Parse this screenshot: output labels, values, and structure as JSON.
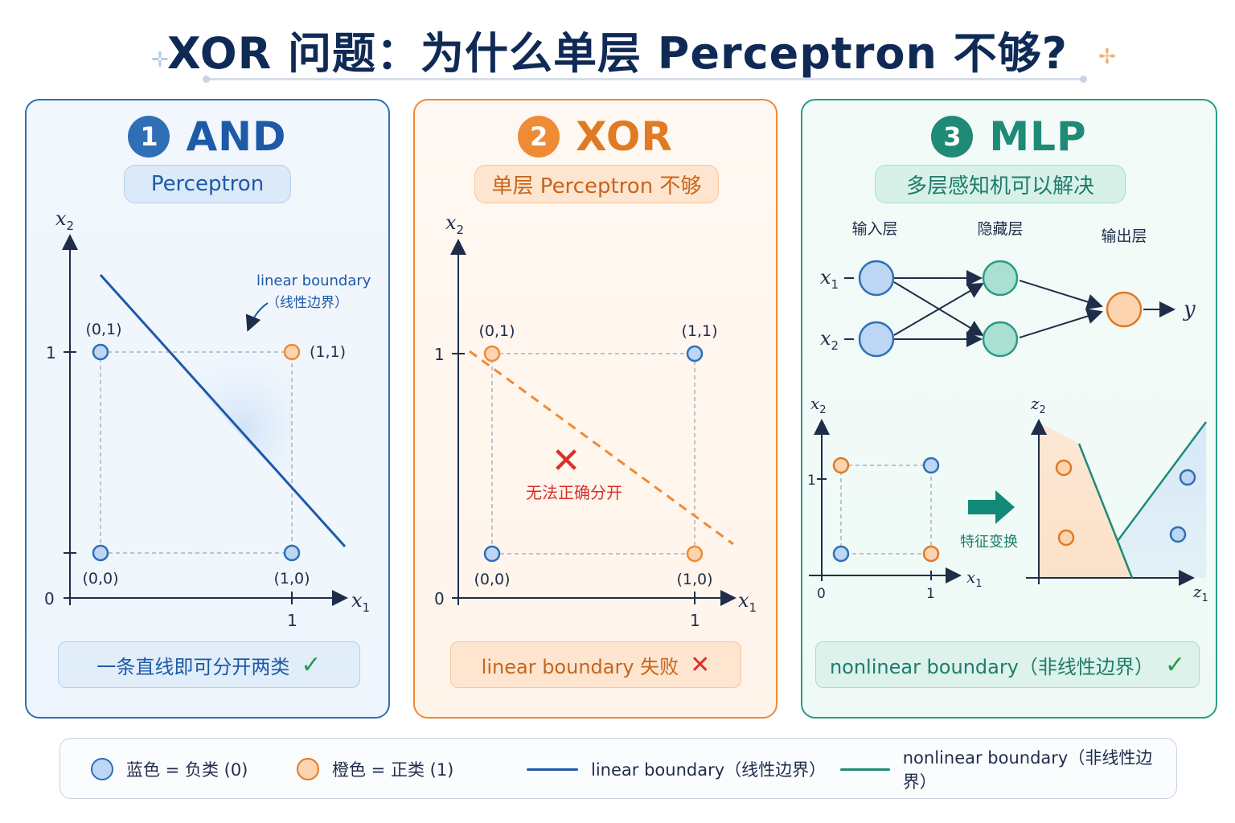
{
  "title": "XOR 问题：为什么单层 Perceptron 不够?",
  "colors": {
    "blue": "#2f6fb5",
    "blue_fill": "#bcd6f4",
    "orange": "#ef8a35",
    "orange_fill": "#fcd4b0",
    "teal": "#2b9a85",
    "teal_fill": "#a9e0d2",
    "red": "#d9302c",
    "navy": "#102a56"
  },
  "panels": {
    "and": {
      "number": "1",
      "title": "AND",
      "subtitle": "Perceptron",
      "footer": "一条直线即可分开两类",
      "footer_mark": "✓",
      "x_label": "x",
      "x_sub": "1",
      "y_label": "x",
      "y_sub": "2",
      "tick_1": "1",
      "tick_0": "0",
      "y_tick_1": "1",
      "annotation_en": "linear boundary",
      "annotation_zh": "（线性边界）",
      "points": [
        {
          "label": "(0,0)",
          "x": 0,
          "y": 0,
          "class": "negative"
        },
        {
          "label": "(0,1)",
          "x": 0,
          "y": 1,
          "class": "negative"
        },
        {
          "label": "(1,0)",
          "x": 1,
          "y": 0,
          "class": "negative"
        },
        {
          "label": "(1,1)",
          "x": 1,
          "y": 1,
          "class": "positive"
        }
      ]
    },
    "xor": {
      "number": "2",
      "title": "XOR",
      "subtitle": "单层 Perceptron 不够",
      "footer": "linear boundary 失败",
      "footer_mark": "✕",
      "x_label": "x",
      "x_sub": "1",
      "y_label": "x",
      "y_sub": "2",
      "tick_1": "1",
      "tick_0": "0",
      "y_tick_1": "1",
      "fail_mark": "✕",
      "fail_text": "无法正确分开",
      "points": [
        {
          "label": "(0,0)",
          "x": 0,
          "y": 0,
          "class": "negative"
        },
        {
          "label": "(0,1)",
          "x": 0,
          "y": 1,
          "class": "positive"
        },
        {
          "label": "(1,0)",
          "x": 1,
          "y": 0,
          "class": "positive"
        },
        {
          "label": "(1,1)",
          "x": 1,
          "y": 1,
          "class": "negative"
        }
      ]
    },
    "mlp": {
      "number": "3",
      "title": "MLP",
      "subtitle": "多层感知机可以解决",
      "footer": "nonlinear boundary（非线性边界）",
      "footer_mark": "✓",
      "layers": {
        "input": "输入层",
        "hidden": "隐藏层",
        "output": "输出层"
      },
      "inputs": [
        {
          "label": "x",
          "sub": "1"
        },
        {
          "label": "x",
          "sub": "2"
        }
      ],
      "output_label": "y",
      "transform_label": "特征变换",
      "left_plot": {
        "x_label": "x",
        "x_sub": "1",
        "y_label": "x",
        "y_sub": "2",
        "tick_0": "0",
        "tick_1": "1",
        "y_tick_1": "1"
      },
      "right_plot": {
        "x_label": "z",
        "x_sub": "1",
        "y_label": "z",
        "y_sub": "2"
      }
    }
  },
  "legend": {
    "blue_label": "蓝色 = 负类 (0)",
    "orange_label": "橙色 = 正类 (1)",
    "linear_label": "linear boundary（线性边界）",
    "nonlinear_label": "nonlinear boundary（非线性边界）"
  }
}
